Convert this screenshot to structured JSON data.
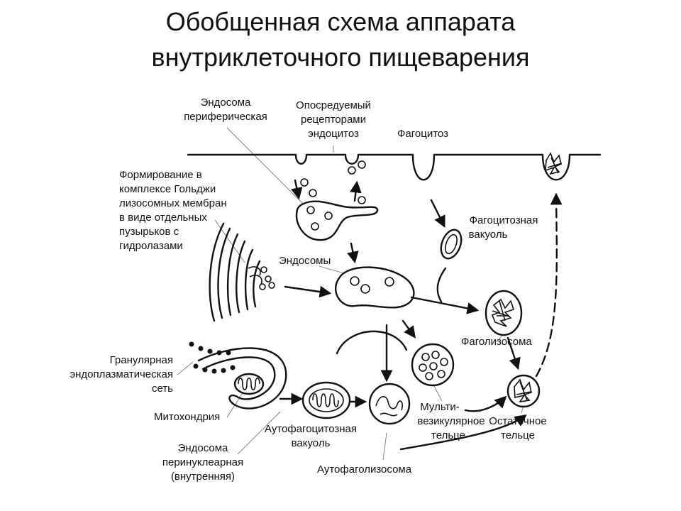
{
  "title": [
    "Обобщенная схема аппарата",
    "внутриклеточного пищеварения"
  ],
  "labels": {
    "endosome_peripheral": [
      "Эндосома",
      "периферическая"
    ],
    "receptor_endocytosis": [
      "Опосредуемый",
      "рецепторами",
      "эндоцитоз"
    ],
    "phagocytosis": [
      "Фагоцитоз"
    ],
    "golgi_formation": [
      "Формирование в",
      "комплексе Гольджи",
      "лизосомных мембран",
      "в виде отдельных",
      "пузырьков с",
      "гидролазами"
    ],
    "endosomes": [
      "Эндосомы"
    ],
    "phagocytic_vacuole": [
      "Фагоцитозная",
      "вакуоль"
    ],
    "phagolysosome": [
      "Фаголизосома"
    ],
    "granular_er": [
      "Гранулярная",
      "эндоплазматическая",
      "сеть"
    ],
    "mitochondrion": [
      "Митохондрия"
    ],
    "autophagocytic_vacuole": [
      "Аутофагоцитозная",
      "вакуоль"
    ],
    "multivesicular_body": [
      "Мульти-",
      "везикулярное",
      "тельце"
    ],
    "residual_body": [
      "Остаточное",
      "тельце"
    ],
    "endosome_perinuclear": [
      "Эндосома",
      "перинуклеарная",
      "(внутренняя)"
    ],
    "autophagolysosome": [
      "Аутофаголизосома"
    ]
  },
  "colors": {
    "ink": "#111111",
    "background": "#ffffff"
  }
}
